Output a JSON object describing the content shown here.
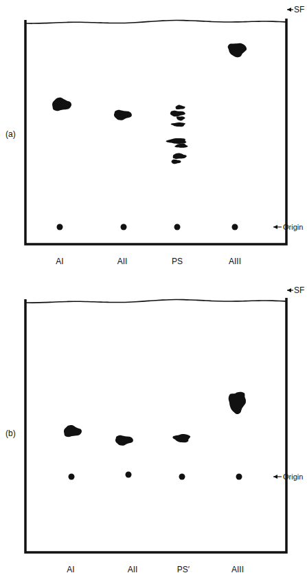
{
  "diagram": {
    "labels": [
      "SF",
      "(a)",
      "Origin",
      "AI",
      "AII",
      "PS",
      "AIII",
      "SF",
      "(b)",
      "Origin",
      "AI",
      "AII",
      "PS′",
      "AIII"
    ]
  }
}
